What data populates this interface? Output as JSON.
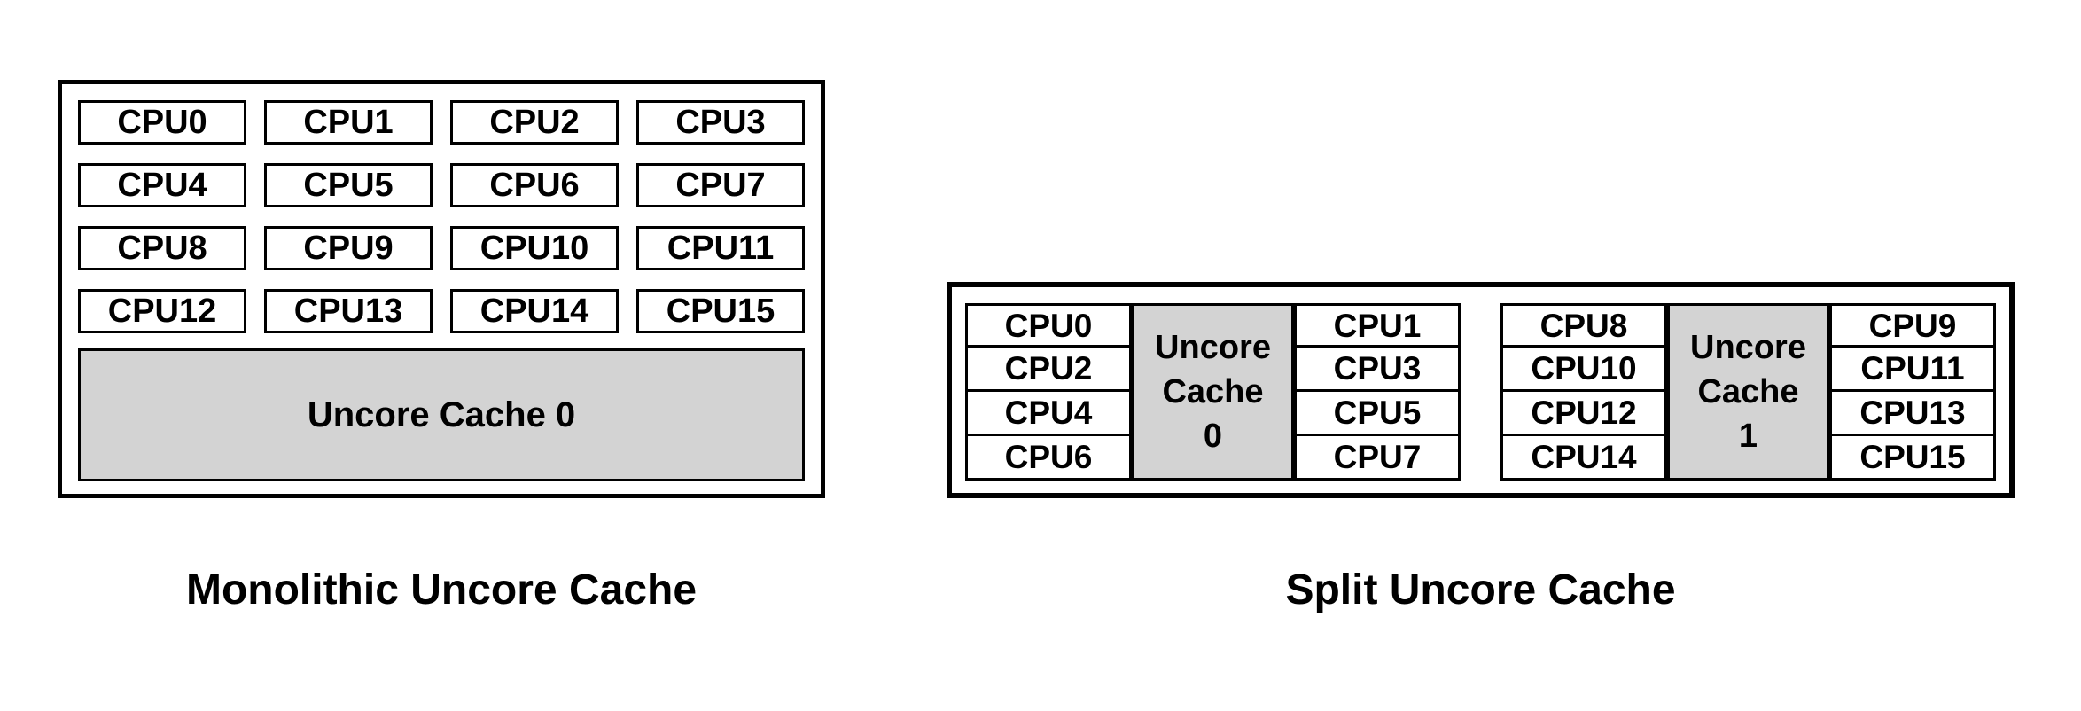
{
  "colors": {
    "cache_fill": "#d3d3d3",
    "line": "#000000",
    "background": "#ffffff",
    "text": "#000000"
  },
  "monolithic": {
    "title": "Monolithic Uncore Cache",
    "cpus": [
      "CPU0",
      "CPU1",
      "CPU2",
      "CPU3",
      "CPU4",
      "CPU5",
      "CPU6",
      "CPU7",
      "CPU8",
      "CPU9",
      "CPU10",
      "CPU11",
      "CPU12",
      "CPU13",
      "CPU14",
      "CPU15"
    ],
    "cache_label": "Uncore Cache 0"
  },
  "split": {
    "title": "Split Uncore Cache",
    "clusters": [
      {
        "left_cpus": [
          "CPU0",
          "CPU2",
          "CPU4",
          "CPU6"
        ],
        "cache_lines": [
          "Uncore",
          "Cache",
          "0"
        ],
        "right_cpus": [
          "CPU1",
          "CPU3",
          "CPU5",
          "CPU7"
        ]
      },
      {
        "left_cpus": [
          "CPU8",
          "CPU10",
          "CPU12",
          "CPU14"
        ],
        "cache_lines": [
          "Uncore",
          "Cache",
          "1"
        ],
        "right_cpus": [
          "CPU9",
          "CPU11",
          "CPU13",
          "CPU15"
        ]
      }
    ]
  }
}
